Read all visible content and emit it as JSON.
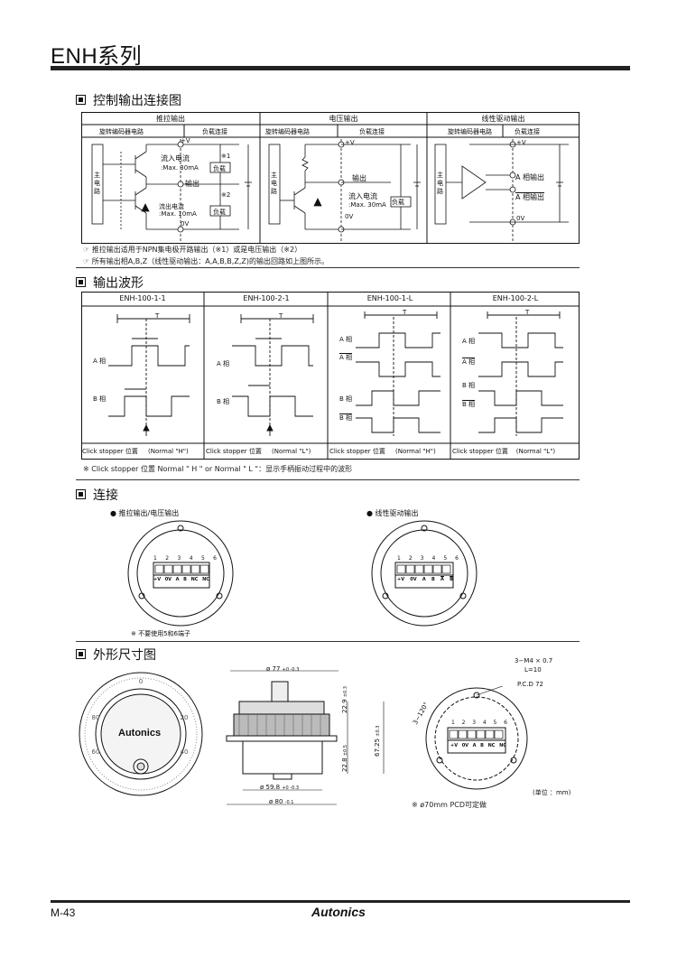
{
  "header": {
    "title": "ENH系列"
  },
  "sec1": {
    "title": "控制输出连接图",
    "col1": {
      "title": "推拉输出",
      "sub_left": "旋转编码器电路",
      "sub_right": "负载连接",
      "v_plus": "+V",
      "in_current": "流入电流",
      "in_max": ":Max. 30mA",
      "out_label": "输出",
      "out_current": "流出电流",
      "out_max": ":Max. 10mA",
      "zero_v": "0V",
      "mark1": "※1",
      "mark2": "※2",
      "load": "负载",
      "main_circuit": "主电路"
    },
    "col2": {
      "title": "电压输出",
      "sub_left": "旋转编码器电路",
      "sub_right": "负载连接",
      "v_plus": "+V",
      "out_label": "输出",
      "in_current": "流入电流",
      "in_max": ":Max. 30mA",
      "zero_v": "0V",
      "load": "负载",
      "main_circuit": "主电路"
    },
    "col3": {
      "title": "线性驱动输出",
      "sub_left": "旋转编码器电路",
      "sub_right": "负载连接",
      "v_plus": "+V",
      "a_out": "A 相输出",
      "abar_out": "A 相输出",
      "zero_v": "0V",
      "main_circuit": "主电路"
    },
    "notes": [
      "推拉输出适用于NPN集电极开路输出（※1）或是电压输出（※2）",
      "所有输出相A,B,Z（线性驱动输出：A,A,B,B,Z,Z)的输出回路如上图所示。"
    ]
  },
  "sec2": {
    "title": "输出波形",
    "models": [
      "ENH-100-1-1",
      "ENH-100-2-1",
      "ENH-100-1-L",
      "ENH-100-2-L"
    ],
    "labels": {
      "T": "T",
      "a_phase": "A 相",
      "b_phase": "B 相",
      "abar_phase": "A 相",
      "bbar_phase": "B 相"
    },
    "bottom": [
      {
        "stopper": "Click stopper",
        "pos": "位置",
        "normal": "(Normal \"H\")"
      },
      {
        "stopper": "Click stopper",
        "pos": "位置",
        "normal": "(Normal \"L\")"
      },
      {
        "stopper": "Click stopper",
        "pos": "位置",
        "normal": "(Normal \"H\")"
      },
      {
        "stopper": "Click stopper",
        "pos": "位置",
        "normal": "(Normal \"L\")"
      }
    ],
    "note": "※ Click stopper 位置 Normal \" H \" or Normal \" L \"：显示手柄振动过程中的波形"
  },
  "sec3": {
    "title": "连接",
    "left_label": "● 推拉输出/电压输出",
    "right_label": "● 线性驱动输出",
    "pin_numbers": [
      "1",
      "2",
      "3",
      "4",
      "5",
      "6"
    ],
    "left_pins": [
      "+V",
      "0V",
      "A",
      "B",
      "NC",
      "NC"
    ],
    "right_pins": [
      "+V",
      "0V",
      "A",
      "B",
      "A",
      "B"
    ],
    "note": "※ 不要使用5和6端子"
  },
  "sec4": {
    "title": "外形尺寸图",
    "brand": "Autonics",
    "dims": {
      "d77": "ø 77",
      "d77_tol": "+0 -0.3",
      "d59": "ø 59.8",
      "d59_tol": "+0 -0.3",
      "d80": "ø 80",
      "d80_tol": "-0.1",
      "h229": "22.9",
      "h229_tol": "±0.3",
      "h228": "22.8",
      "h228_tol": "±0.5",
      "h6725": "67.25",
      "h6725_tol": "±0.3",
      "m4": "3−M4 × 0.7",
      "l10": "L=10",
      "pcd": "P.C.D 72",
      "angle": "3−120°"
    },
    "unit": "(单位  ：mm)",
    "pcd_note": "※ ø70mm PCD可定做",
    "back_pins": [
      "+V",
      "0V",
      "A",
      "B",
      "NC",
      "NC"
    ],
    "pin_numbers": [
      "1",
      "2",
      "3",
      "4",
      "5",
      "6"
    ]
  },
  "footer": {
    "page": "M-43",
    "brand": "Autonics"
  }
}
